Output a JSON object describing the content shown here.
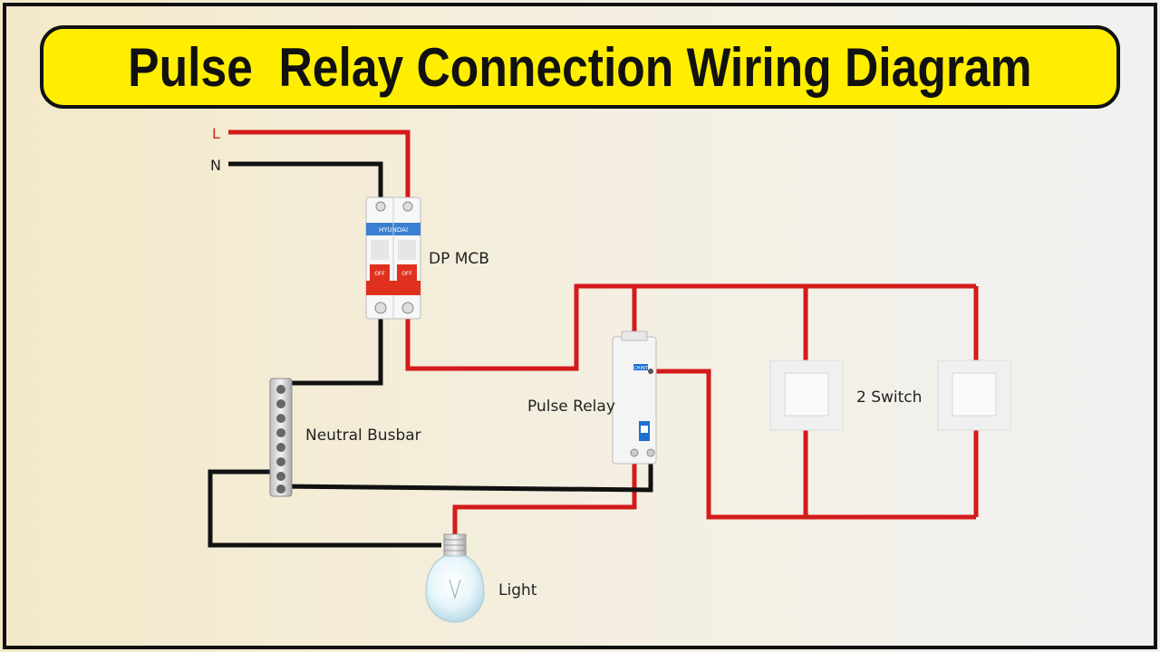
{
  "title": "Pulse  Relay Connection Wiring Diagram",
  "labels": {
    "line": "L",
    "neutral": "N",
    "mcb": "DP MCB",
    "busbar": "Neutral Busbar",
    "relay": "Pulse Relay",
    "switches": "2 Switch",
    "light": "Light"
  },
  "device_markings": {
    "mcb_brand": "HYUNDAI",
    "relay_brand": "CHINT",
    "mcb_off_left": "OFF",
    "mcb_off_right": "OFF"
  },
  "colors": {
    "live_wire": "#d41a1a",
    "neutral_wire": "#111111",
    "title_bg": "#ffee00",
    "mcb_handle": "#e0311e"
  }
}
